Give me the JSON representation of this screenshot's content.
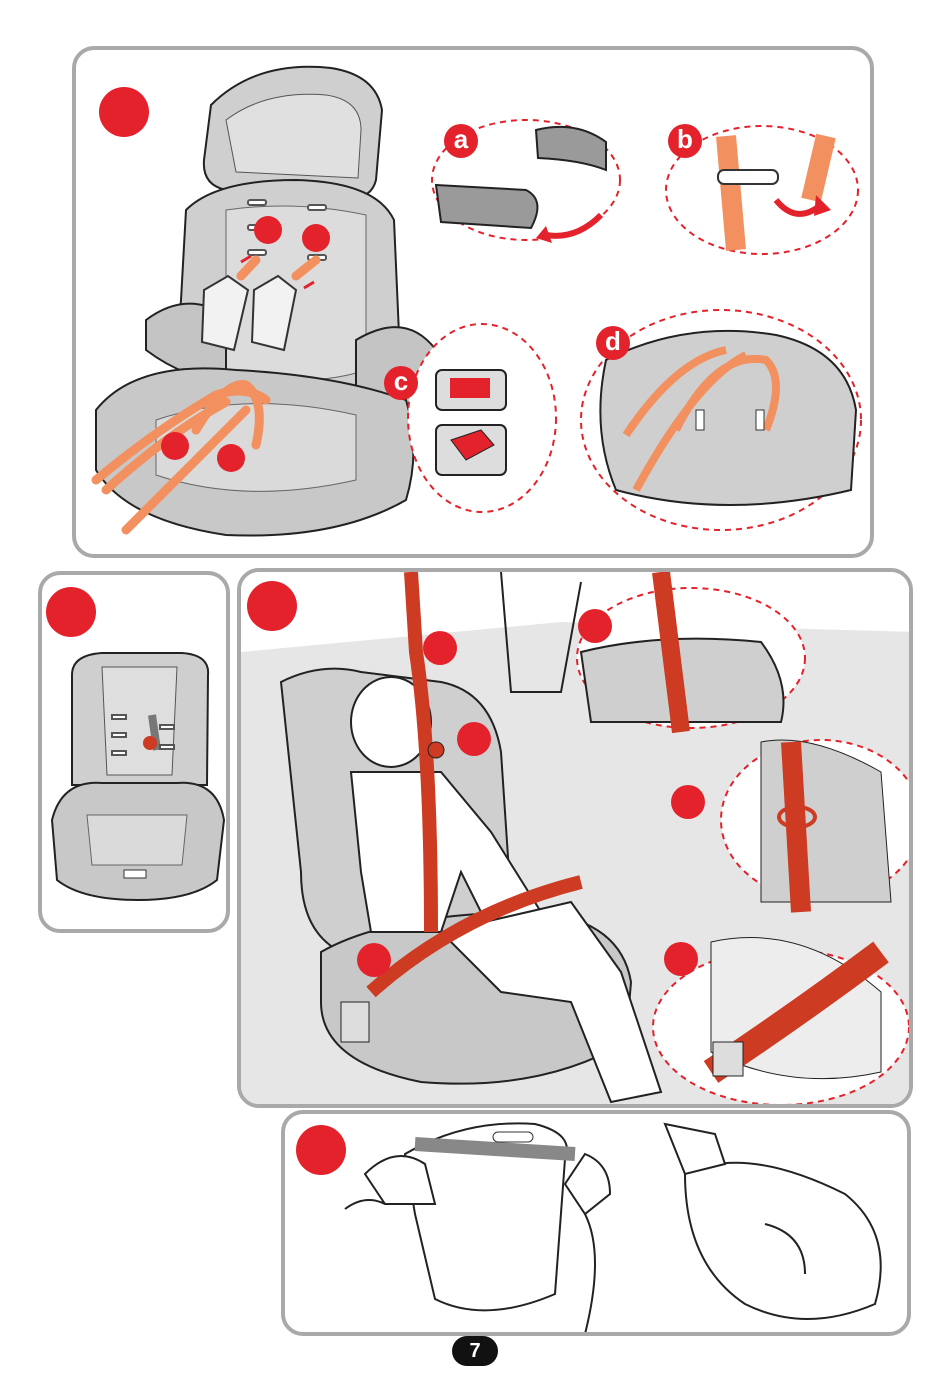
{
  "page": {
    "number": "7"
  },
  "colors": {
    "accent_red": "#e3222b",
    "strap_orange": "#f2915f",
    "belt_red": "#cc3b22",
    "seat_gray": "#cfcfcf",
    "panel_border": "#a9a9a9"
  },
  "panel1": {
    "badge_labels": {
      "a": "a",
      "b": "b",
      "c": "c",
      "d": "d"
    }
  }
}
